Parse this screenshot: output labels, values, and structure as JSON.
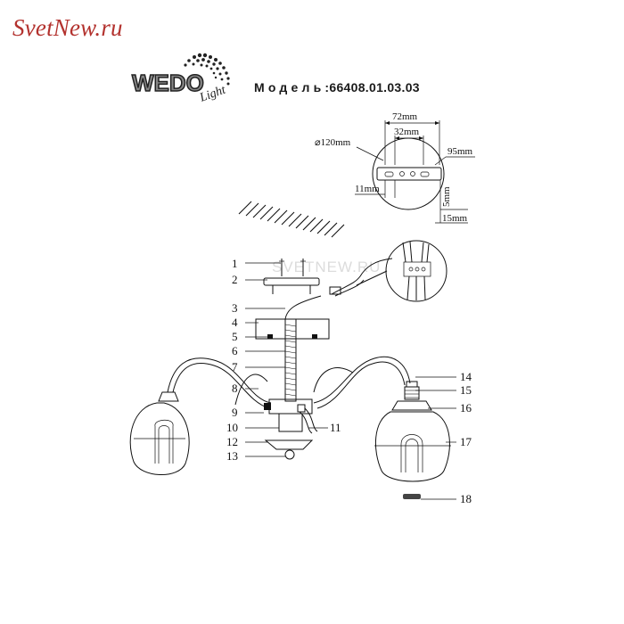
{
  "brand": {
    "site": "SvetNew.ru",
    "logo_text": "WEDO",
    "logo_sub": "Light"
  },
  "model": {
    "label": "Модель",
    "number": ":66408.01.03.03"
  },
  "watermark": "SVETNEW.RU",
  "dimensions": {
    "d120": "⌀120mm",
    "w72": "72mm",
    "w32": "32mm",
    "h95": "95mm",
    "w11": "11mm",
    "h5": "5mm",
    "h15": "15mm"
  },
  "parts": [
    "1",
    "2",
    "3",
    "4",
    "5",
    "6",
    "7",
    "8",
    "9",
    "10",
    "11",
    "12",
    "13",
    "14",
    "15",
    "16",
    "17",
    "18"
  ]
}
